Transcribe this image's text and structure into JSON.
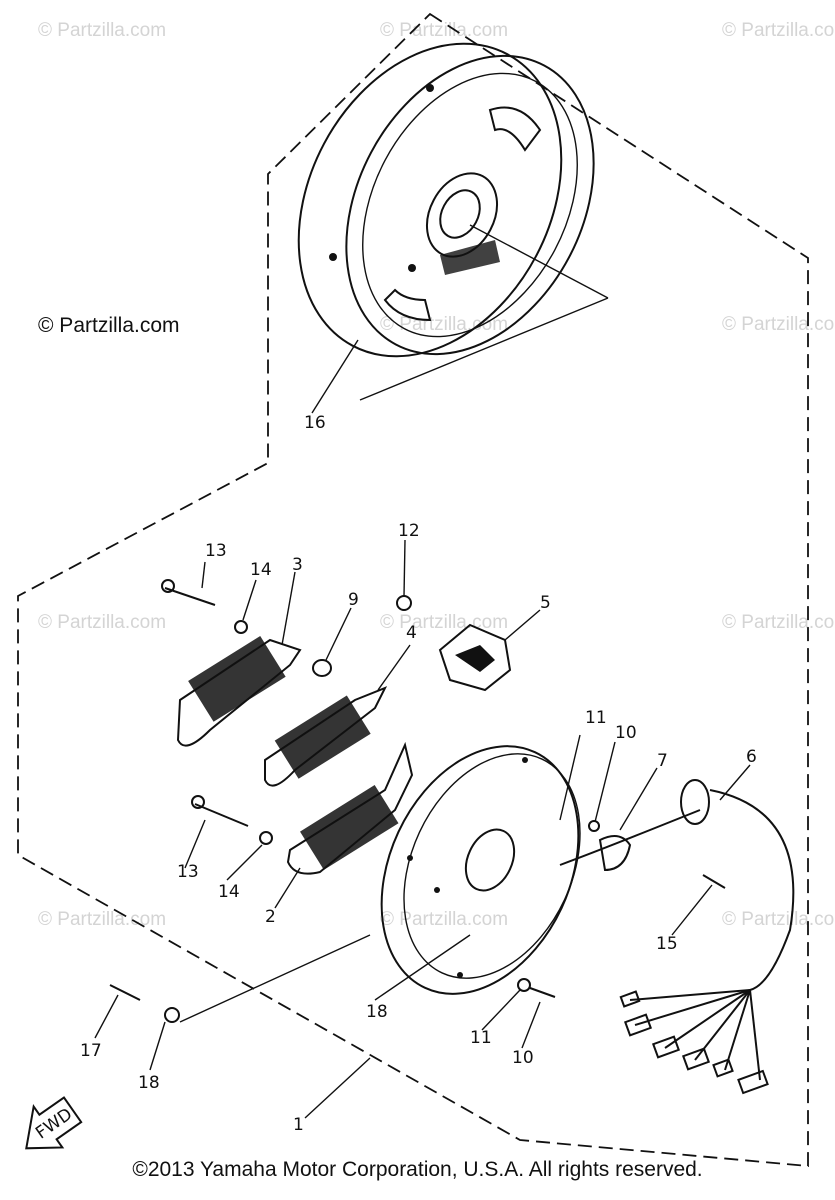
{
  "watermarks": [
    "© Partzilla.com",
    "© Partzilla.com",
    "© Partzilla.com",
    "© Partzilla.com",
    "© Partzilla.com",
    "© Partzilla.com",
    "© Partzilla.com",
    "© Partzilla.com",
    "© Partzilla.com",
    "© Partzilla.com",
    "© Partzilla.com",
    "© Partzilla.com"
  ],
  "watermark_dark": "© Partzilla.com",
  "callouts": {
    "c1": "1",
    "c2": "2",
    "c3": "3",
    "c4": "4",
    "c5": "5",
    "c6": "6",
    "c7": "7",
    "c9": "9",
    "c10a": "10",
    "c10b": "10",
    "c11a": "11",
    "c11b": "11",
    "c12": "12",
    "c13a": "13",
    "c13b": "13",
    "c14a": "14",
    "c14b": "14",
    "c15": "15",
    "c16": "16",
    "c17": "17",
    "c18a": "18",
    "c18b": "18"
  },
  "fwd_label": "FWD",
  "copyright": "©2013 Yamaha Motor Corporation, U.S.A. All rights reserved."
}
